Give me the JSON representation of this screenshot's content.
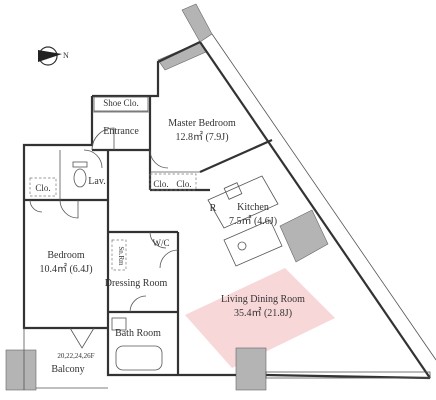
{
  "plan": {
    "rooms": {
      "shoe_clo": "Shoe Clo.",
      "entrance": "Entrance",
      "master_bedroom": "Master Bedroom",
      "master_bedroom_area": "12.8㎡ (7.9J)",
      "lav": "Lav.",
      "clo_left": "Clo.",
      "clo_mid_a": "Clo.",
      "clo_mid_b": "Clo.",
      "r": "R",
      "kitchen": "Kitchen",
      "kitchen_area": "7.5㎡ (4.6J)",
      "bedroom": "Bedroom",
      "bedroom_area": "10.4㎡ (6.4J)",
      "wc": "W/C",
      "sn_rm": "Sn.Rm",
      "dressing_room": "Dressing Room",
      "living_dining_room": "Living Dining Room",
      "living_dining_area": "35.4㎡ (21.8J)",
      "bath_room": "Bath Room",
      "balcony_floors": "20,22,24,26F",
      "balcony": "Balcony"
    },
    "compass": "N",
    "colors": {
      "living_highlight": "#f6c9cc",
      "walls": "#333333",
      "columns": "#b4b4b4"
    }
  }
}
